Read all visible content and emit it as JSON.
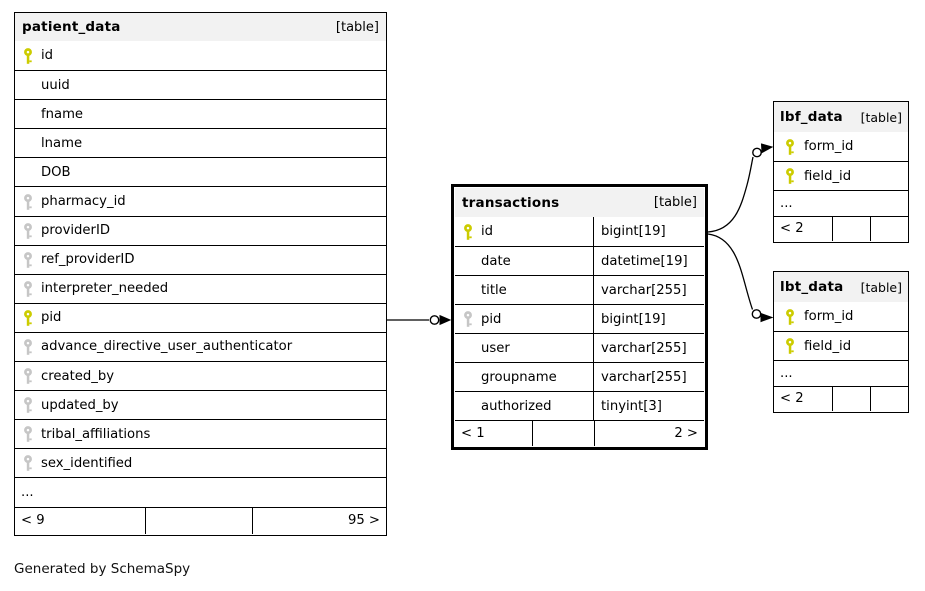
{
  "note": "Generated by SchemaSpy",
  "colors": {
    "primary_key_icon": "#cccc00",
    "indexed_key_icon": "#c6c6c6",
    "header_bg": "#f2f2f2",
    "border": "#000000",
    "background": "#ffffff"
  },
  "relationships": [
    {
      "from": "patient_data.pid",
      "to": "transactions.pid"
    },
    {
      "from": "transactions.id",
      "to": "lbf_data.form_id"
    },
    {
      "from": "transactions.id",
      "to": "lbt_data.form_id"
    }
  ],
  "tables": {
    "patient_data": {
      "title": "patient_data",
      "tag": "[table]",
      "columns": [
        {
          "name": "id",
          "key": "primary"
        },
        {
          "name": "uuid",
          "key": "none"
        },
        {
          "name": "fname",
          "key": "none"
        },
        {
          "name": "lname",
          "key": "none"
        },
        {
          "name": "DOB",
          "key": "none"
        },
        {
          "name": "pharmacy_id",
          "key": "indexed"
        },
        {
          "name": "providerID",
          "key": "indexed"
        },
        {
          "name": "ref_providerID",
          "key": "indexed"
        },
        {
          "name": "interpreter_needed",
          "key": "indexed"
        },
        {
          "name": "pid",
          "key": "primary"
        },
        {
          "name": "advance_directive_user_authenticator",
          "key": "indexed"
        },
        {
          "name": "created_by",
          "key": "indexed"
        },
        {
          "name": "updated_by",
          "key": "indexed"
        },
        {
          "name": "tribal_affiliations",
          "key": "indexed"
        },
        {
          "name": "sex_identified",
          "key": "indexed"
        }
      ],
      "ellipsis": "...",
      "pager": {
        "prev": "< 9",
        "next": "95 >"
      }
    },
    "transactions": {
      "title": "transactions",
      "tag": "[table]",
      "columns": [
        {
          "name": "id",
          "type": "bigint[19]",
          "key": "primary"
        },
        {
          "name": "date",
          "type": "datetime[19]",
          "key": "none"
        },
        {
          "name": "title",
          "type": "varchar[255]",
          "key": "none"
        },
        {
          "name": "pid",
          "type": "bigint[19]",
          "key": "indexed"
        },
        {
          "name": "user",
          "type": "varchar[255]",
          "key": "none"
        },
        {
          "name": "groupname",
          "type": "varchar[255]",
          "key": "none"
        },
        {
          "name": "authorized",
          "type": "tinyint[3]",
          "key": "none"
        }
      ],
      "pager": {
        "prev": "< 1",
        "next": "2 >"
      }
    },
    "lbf_data": {
      "title": "lbf_data",
      "tag": "[table]",
      "columns": [
        {
          "name": "form_id",
          "key": "primary"
        },
        {
          "name": "field_id",
          "key": "primary"
        }
      ],
      "ellipsis": "...",
      "pager": {
        "prev": "< 2",
        "next": ""
      }
    },
    "lbt_data": {
      "title": "lbt_data",
      "tag": "[table]",
      "columns": [
        {
          "name": "form_id",
          "key": "primary"
        },
        {
          "name": "field_id",
          "key": "primary"
        }
      ],
      "ellipsis": "...",
      "pager": {
        "prev": "< 2",
        "next": ""
      }
    }
  }
}
